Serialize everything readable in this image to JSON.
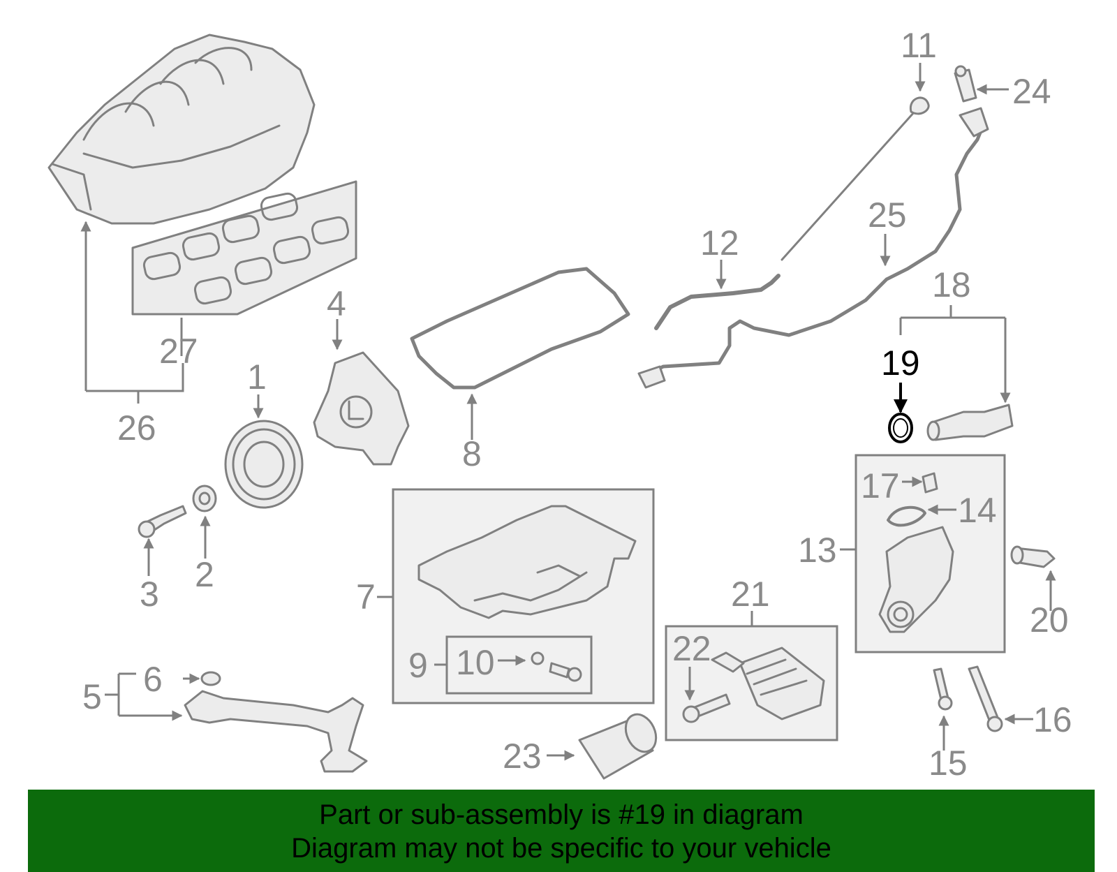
{
  "colors": {
    "banner_bg": "#0c6b0c",
    "line": "#808080",
    "highlight": "#000000"
  },
  "highlighted_part": "19",
  "callouts": {
    "p1": "1",
    "p2": "2",
    "p3": "3",
    "p4": "4",
    "p5": "5",
    "p6": "6",
    "p7": "7",
    "p8": "8",
    "p9": "9",
    "p10": "10",
    "p11": "11",
    "p12": "12",
    "p13": "13",
    "p14": "14",
    "p15": "15",
    "p16": "16",
    "p17": "17",
    "p18": "18",
    "p19": "19",
    "p20": "20",
    "p21": "21",
    "p22": "22",
    "p23": "23",
    "p24": "24",
    "p25": "25",
    "p26": "26",
    "p27": "27"
  },
  "banner": {
    "line1": "Part or sub-assembly is #19 in diagram",
    "line2": "Diagram may not be specific to your vehicle"
  }
}
